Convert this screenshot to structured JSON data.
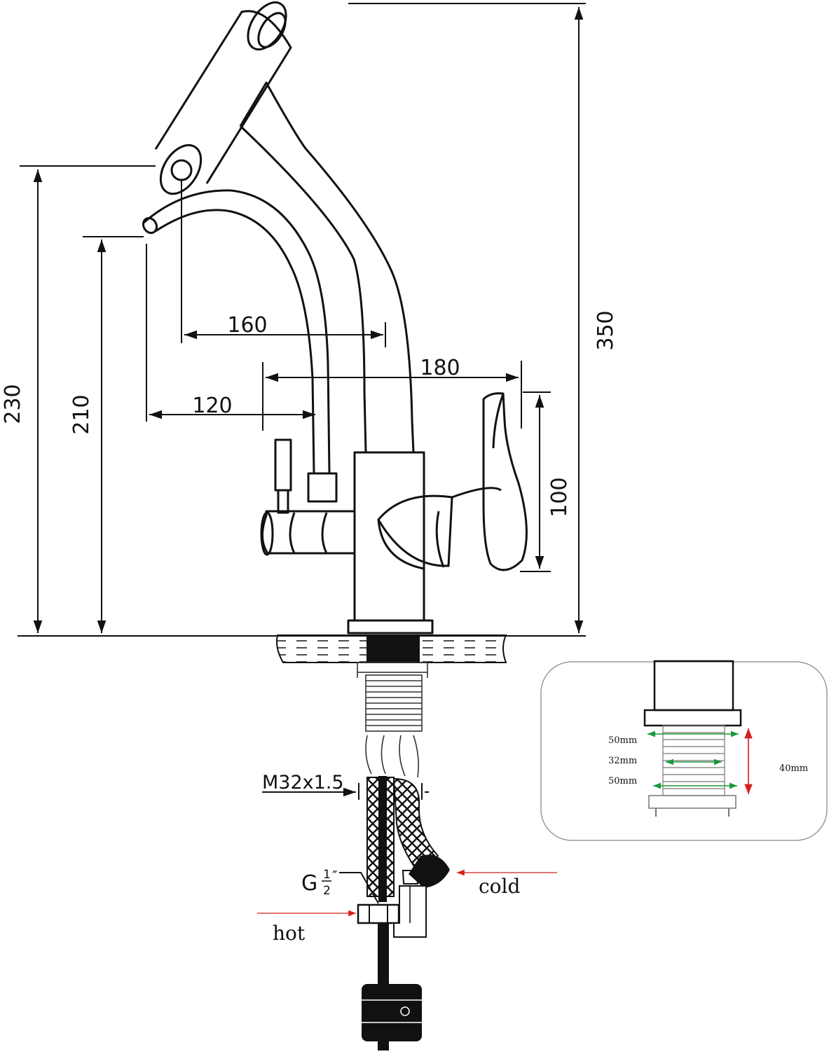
{
  "dimensions": {
    "d350": "350",
    "d230": "230",
    "d210": "210",
    "d160": "160",
    "d180": "180",
    "d120": "120",
    "d100": "100"
  },
  "thread": {
    "label": "M32x1.5",
    "g_prefix": "G",
    "g_num": "1",
    "g_den": "2",
    "g_suffix": "″"
  },
  "water": {
    "cold": "cold",
    "hot": "hot"
  },
  "inset": {
    "top_width": "50mm",
    "mid_width": "32mm",
    "bottom_width": "50mm",
    "height": "40mm"
  },
  "colors": {
    "line": "#111111",
    "arrow_red": "#d42020",
    "arrow_green": "#1a9a3a",
    "countertop_fill": "#f2f2f2",
    "inset_border": "#9a9a9a"
  }
}
